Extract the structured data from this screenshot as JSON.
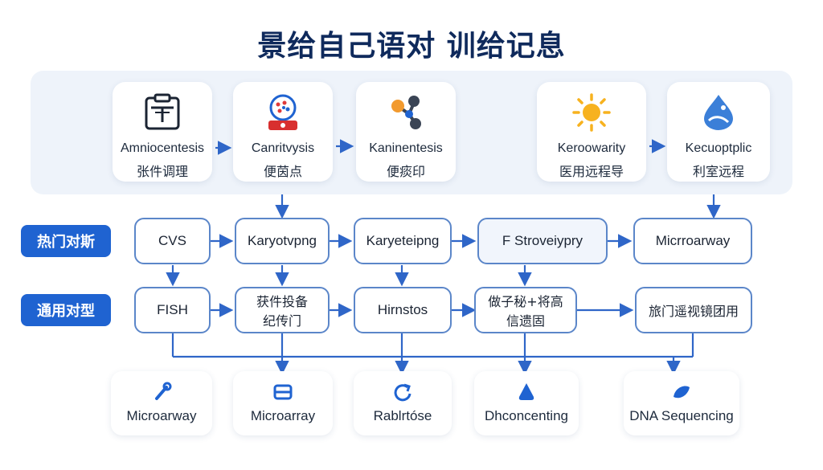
{
  "title": "景给自己语对 训给记息",
  "top_row": [
    {
      "label": "Amniocentesis",
      "sub": "张件调理",
      "icon": "clipboard-icon"
    },
    {
      "label": "Canritvysis",
      "sub": "便茵点",
      "icon": "microscope-slide-icon"
    },
    {
      "label": "Kaninentesis",
      "sub": "便痰印",
      "icon": "molecule-icon"
    },
    {
      "label": "Keroowarity",
      "sub": "医用远程导",
      "icon": "sun-icon"
    },
    {
      "label": "Kecuoptplic",
      "sub": "利室远程",
      "icon": "water-drop-icon"
    }
  ],
  "row_labels": [
    "热门对斯",
    "通用对型"
  ],
  "row1_nodes": [
    "CVS",
    "Karyotvpng",
    "Karyeteipng",
    "F Stroveiypry",
    "Micrroarway"
  ],
  "row2_nodes": [
    {
      "line1": "FISH",
      "line2": ""
    },
    {
      "line1": "获件投备",
      "line2": "纪传门"
    },
    {
      "line1": "Hirnstos",
      "line2": ""
    },
    {
      "line1": "做子秘+将高",
      "line2": "信遗固"
    },
    {
      "line1": "旅门遥视镜团用",
      "line2": ""
    }
  ],
  "bottom_row": [
    {
      "label": "Microarway",
      "icon": "pipette-icon"
    },
    {
      "label": "Microarray",
      "icon": "chip-icon"
    },
    {
      "label": "Rablrtóse",
      "icon": "refresh-icon"
    },
    {
      "label": "Dhconcenting",
      "icon": "flask-icon"
    },
    {
      "label": "DNA Sequencing",
      "icon": "leaf-icon"
    }
  ],
  "colors": {
    "accent": "#1f63d1",
    "line": "#2f66c8",
    "title": "#0f2a5c"
  }
}
